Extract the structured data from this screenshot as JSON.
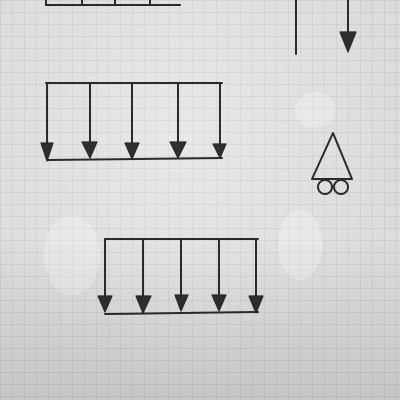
{
  "sketch": {
    "ink_color": "#2a2a2a",
    "paper_color": "#dcdcda",
    "bars": [
      {
        "name": "top-partial-bar",
        "arrow_count": 4
      },
      {
        "name": "middle-bar",
        "arrow_count": 5
      },
      {
        "name": "bottom-bar",
        "arrow_count": 5
      }
    ],
    "side_elements": [
      "single-down-arrow",
      "triangle-on-circles"
    ]
  }
}
